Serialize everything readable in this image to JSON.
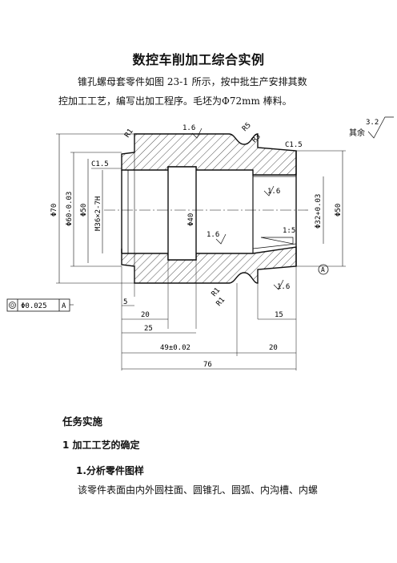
{
  "title": "数控车削加工综合实例",
  "intro_line1": "锥孔螺母套零件如图 23-1 所示，按中批生产安排其数",
  "intro_line2": "控加工工艺，编写出加工程序。毛坯为Φ72mm 棒料。",
  "drawing": {
    "roughness_label": "3.2",
    "roughness_rest": "其余",
    "ra_16": "1.6",
    "r1": "R1",
    "r5": "R5",
    "r3": "R3",
    "chamfer": "C1.5",
    "thread": "M36×2-7H",
    "dia_40": "Φ40",
    "dia_70": "Φ70",
    "dia_60": "Φ60-0.03",
    "dia_50": "Φ50",
    "dia_32": "Φ32+0.03",
    "dia_50r": "Φ50",
    "taper": "1:5",
    "datum": "A",
    "coax_tol": "Φ0.025",
    "dim_5": "5",
    "dim_20": "20",
    "dim_25": "25",
    "dim_15": "15",
    "dim_49": "49±0.02",
    "dim_20b": "20",
    "dim_76": "76"
  },
  "section_task": "任务实施",
  "section_1": "1  加工工艺的确定",
  "section_1_1": "1.分析零件图样",
  "body_text": "该零件表面由内外圆柱面、圆锥孔、圆弧、内沟槽、内螺"
}
